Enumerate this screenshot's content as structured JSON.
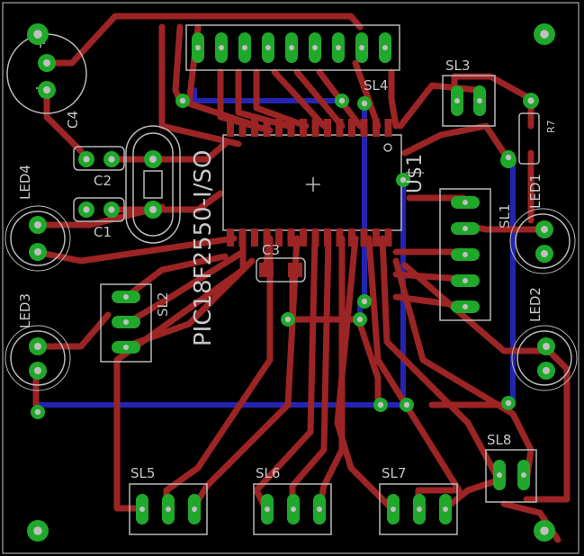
{
  "board": {
    "colors": {
      "background": "#000000",
      "top_trace": "#9c2424",
      "bottom_trace": "#2424b0",
      "pad": "#1fa82a",
      "drill": "#c0c0c0",
      "silk": "#b8b8b8",
      "outline": "#c8c8c8"
    },
    "labels": {
      "c4": "C4",
      "c2": "C2",
      "c1": "C1",
      "c3": "C3",
      "led4": "LED4",
      "led3": "LED3",
      "led1": "LED1",
      "led2": "LED2",
      "sl1": "SL1",
      "sl2": "SL2",
      "sl3": "SL3",
      "sl4": "SL4",
      "sl5": "SL5",
      "sl6": "SL6",
      "sl7": "SL7",
      "sl8": "SL8",
      "r7": "R7",
      "u1": "U$1",
      "mcu": "PIC18F2550-I/SO"
    }
  }
}
